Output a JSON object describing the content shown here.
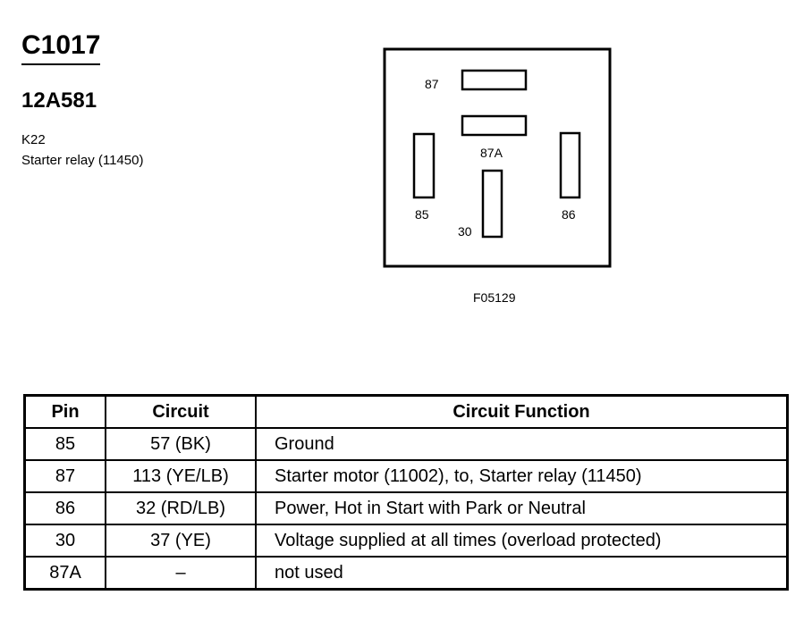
{
  "header": {
    "connector_id": "C1017",
    "part_number": "12A581",
    "ref_code": "K22",
    "component_name": "Starter relay (11450)"
  },
  "diagram": {
    "pins": [
      {
        "id": "87",
        "label": "87"
      },
      {
        "id": "87a",
        "label": "87A"
      },
      {
        "id": "85",
        "label": "85"
      },
      {
        "id": "30",
        "label": "30"
      },
      {
        "id": "86",
        "label": "86"
      }
    ],
    "figure_code": "F05129"
  },
  "table": {
    "headers": {
      "pin": "Pin",
      "circuit": "Circuit",
      "function": "Circuit Function"
    },
    "rows": [
      {
        "pin": "85",
        "circuit": "57 (BK)",
        "function": "Ground"
      },
      {
        "pin": "87",
        "circuit": "113 (YE/LB)",
        "function": "Starter motor (11002), to, Starter relay (11450)"
      },
      {
        "pin": "86",
        "circuit": "32 (RD/LB)",
        "function": "Power, Hot in Start with Park or Neutral"
      },
      {
        "pin": "30",
        "circuit": "37 (YE)",
        "function": "Voltage supplied at all times (overload protected)"
      },
      {
        "pin": "87A",
        "circuit": "–",
        "function": "not used"
      }
    ]
  }
}
